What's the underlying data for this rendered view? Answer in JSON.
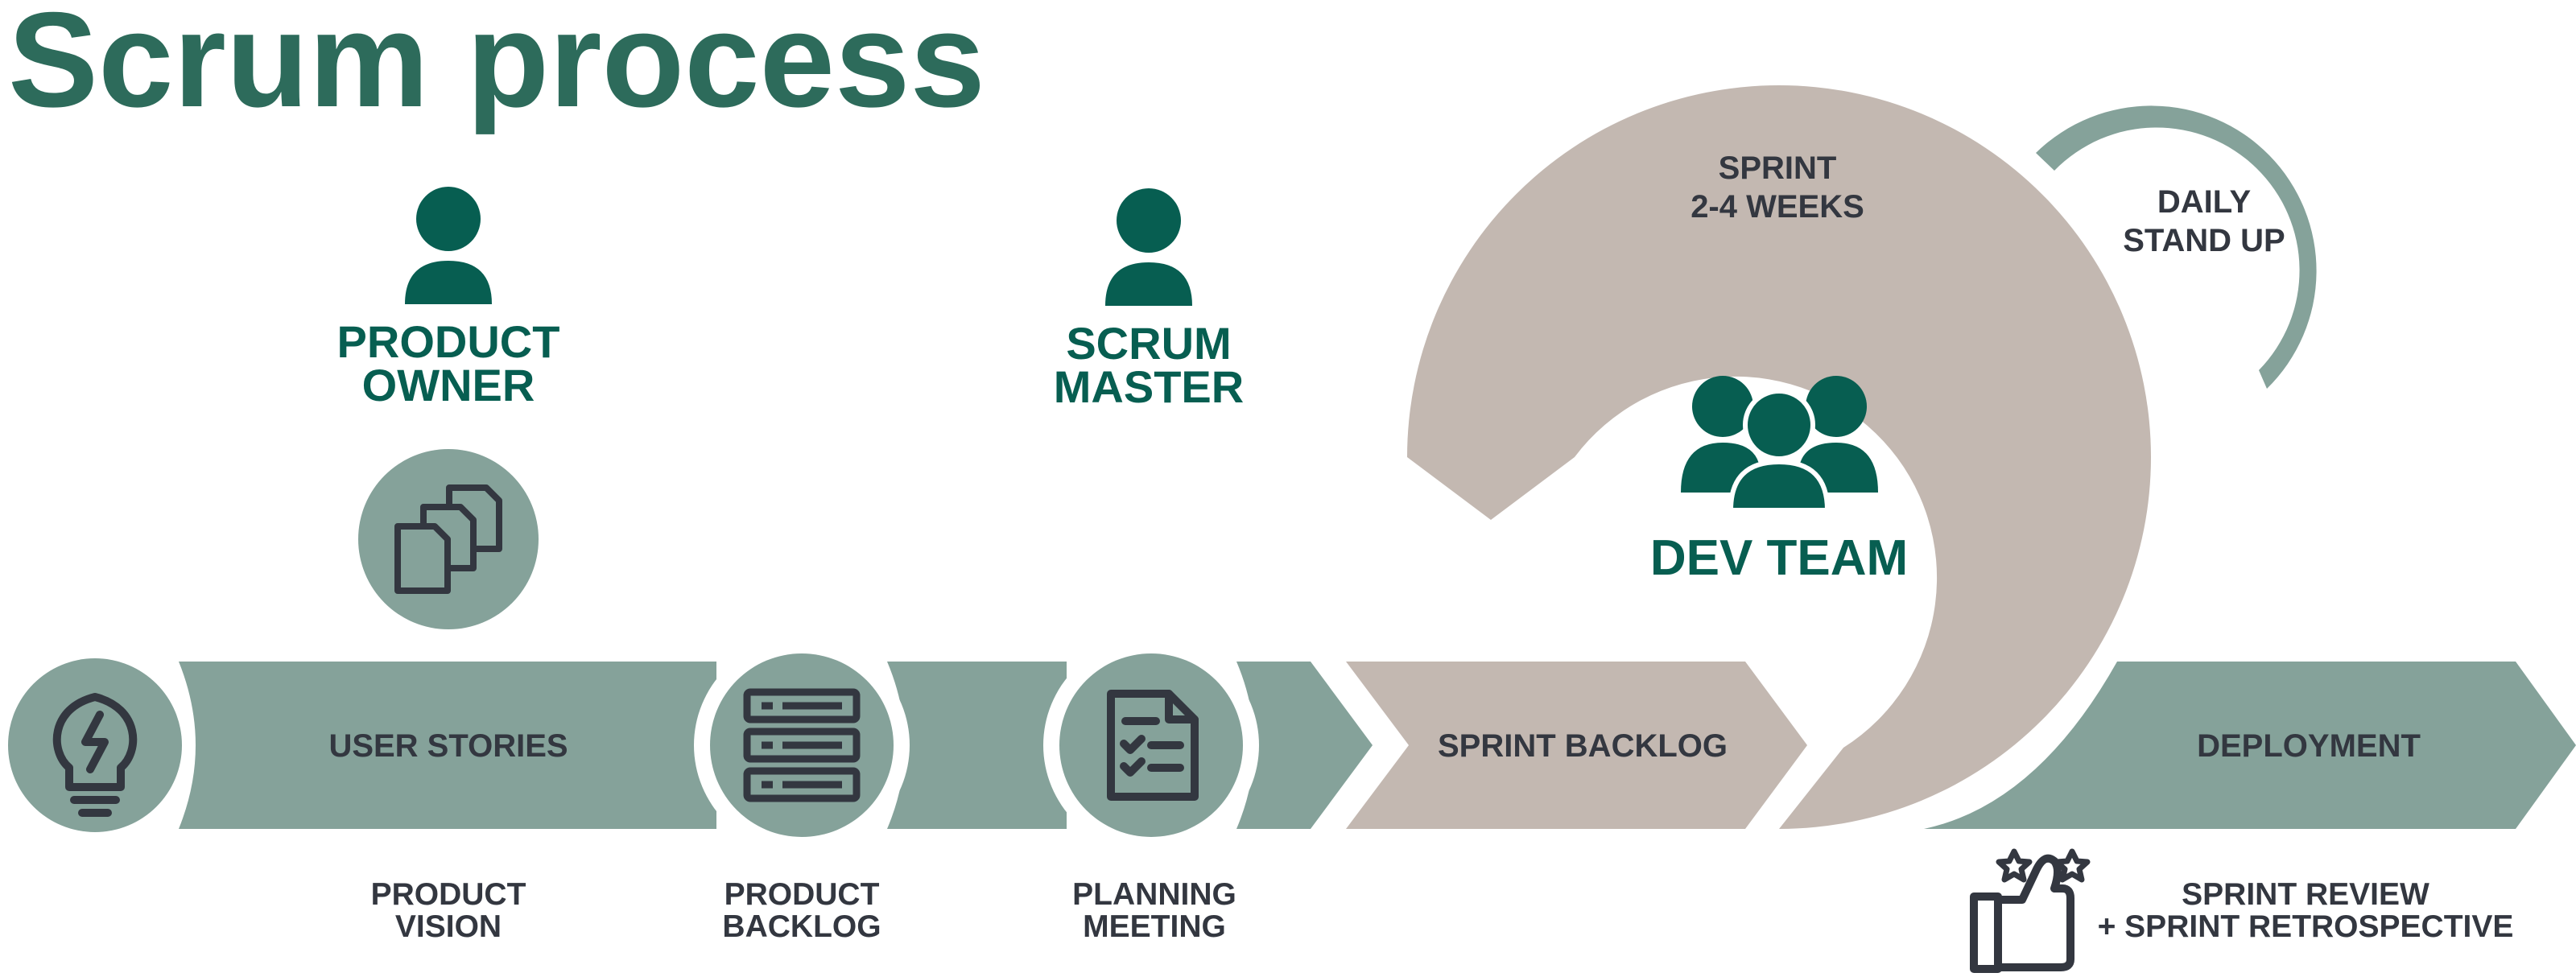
{
  "title": "Scrum process",
  "roles": {
    "product_owner": [
      "PRODUCT",
      "OWNER"
    ],
    "scrum_master": [
      "SCRUM",
      "MASTER"
    ],
    "dev_team": "DEV TEAM"
  },
  "cycles": {
    "sprint": [
      "SPRINT",
      "2-4 WEEKS"
    ],
    "daily": [
      "DAILY",
      "STAND UP"
    ]
  },
  "band": {
    "user_stories": "USER STORIES",
    "sprint_backlog": "SPRINT BACKLOG",
    "deployment": "DEPLOYMENT"
  },
  "below": {
    "product_vision": [
      "PRODUCT",
      "VISION"
    ],
    "product_backlog": [
      "PRODUCT",
      "BACKLOG"
    ],
    "planning_meeting": [
      "PLANNING",
      "MEETING"
    ],
    "sprint_review": [
      "SPRINT REVIEW",
      "+ SPRINT RETROSPECTIVE"
    ]
  },
  "icons": {
    "product_vision": "lightbulb-icon",
    "product_owner": "person-icon",
    "user_stories": "documents-icon",
    "product_backlog": "stacked-list-icon",
    "scrum_master": "person-icon",
    "planning_meeting": "checklist-icon",
    "dev_team": "team-icon",
    "review": "thumbs-up-stars-icon"
  },
  "colors": {
    "title": "#2d6b5b",
    "role": "#075e51",
    "band": "#85a29a",
    "sprint": "#c3b8b1",
    "daily": "#85a29a",
    "dark_text": "#333740"
  }
}
